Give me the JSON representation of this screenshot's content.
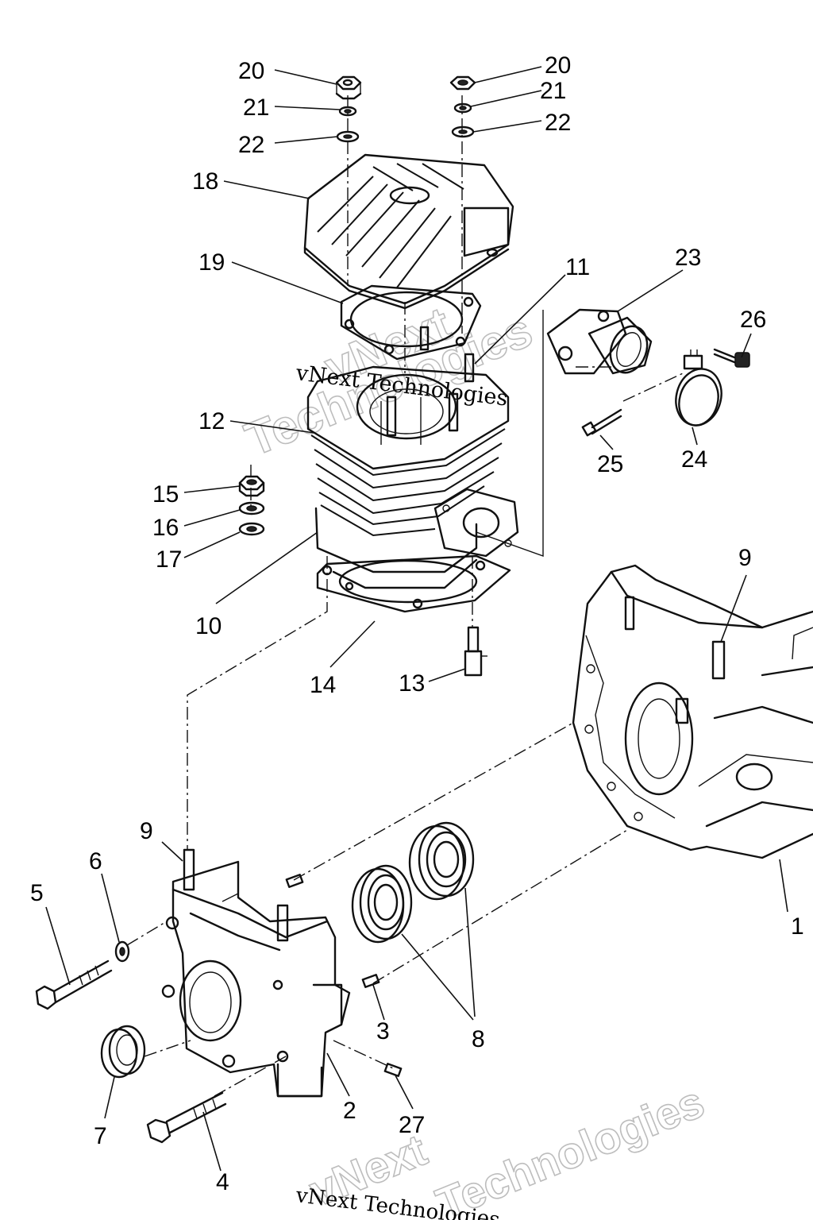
{
  "callouts": {
    "n1": "1",
    "n2": "2",
    "n3": "3",
    "n4": "4",
    "n5": "5",
    "n6": "6",
    "n7": "7",
    "n8": "8",
    "n9a": "9",
    "n9b": "9",
    "n10": "10",
    "n11": "11",
    "n12": "12",
    "n13": "13",
    "n14": "14",
    "n15": "15",
    "n16": "16",
    "n17": "17",
    "n18": "18",
    "n19": "19",
    "n20a": "20",
    "n20b": "20",
    "n21a": "21",
    "n21b": "21",
    "n22a": "22",
    "n22b": "22",
    "n23": "23",
    "n24": "24",
    "n25": "25",
    "n26": "26",
    "n27": "27"
  },
  "watermark": {
    "brand": "vNext",
    "tag": "Technologies",
    "full": "vNext Technologies"
  }
}
